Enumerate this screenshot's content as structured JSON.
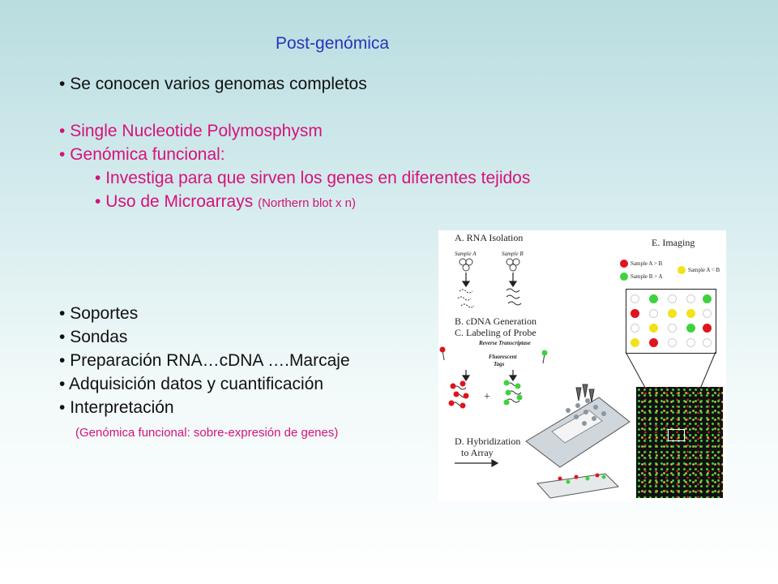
{
  "title": "Post-genómica",
  "bullets_top": [
    "Se conocen varios genomas completos",
    "Single Nucleotide Polymosphysm",
    "Genómica funcional:",
    "Investiga para que sirven los genes en diferentes tejidos",
    "Uso de Microarrays"
  ],
  "microarray_note": "(Northern blot x n)",
  "bullets_bottom": [
    "Soportes",
    "Sondas",
    "Preparación RNA…cDNA ….Marcaje",
    "Adquisición datos y cuantificación",
    "Interpretación"
  ],
  "footnote": "(Genómica funcional: sobre-expresión de genes)",
  "figure": {
    "a_label": "A.  RNA Isolation",
    "sample_a": "Sample A",
    "sample_b": "Sample B",
    "b_label": "B. cDNA Generation",
    "c_label": "C. Labeling of Probe",
    "rt_label": "Reverse Transcriptase",
    "fluor_label": "Fluorescent",
    "tags_label": "Tags",
    "d_label": "D. Hybridization",
    "d_label2": "to Array",
    "e_label": "E.  Imaging",
    "legend_a_gt_b": "Sample A > B",
    "legend_b_gt_a": "Sample B > A",
    "legend_a_eq_b": "Sample A = B",
    "plus": "+",
    "colors": {
      "red": "#e0141e",
      "green": "#3fd23f",
      "yellow": "#f1e21c"
    }
  }
}
